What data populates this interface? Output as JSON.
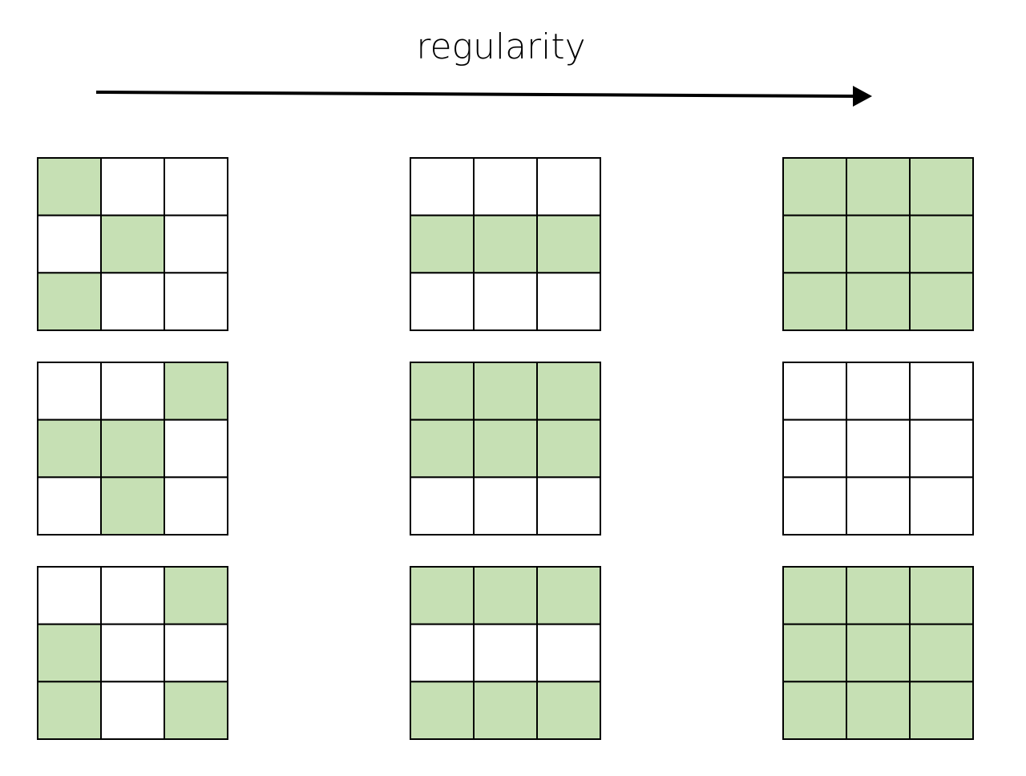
{
  "title": "regularity",
  "colors": {
    "filled": "#c6e0b4",
    "empty": "#ffffff",
    "stroke": "#000000"
  },
  "columns": [
    {
      "grids": [
        [
          [
            1,
            0,
            0
          ],
          [
            0,
            1,
            0
          ],
          [
            1,
            0,
            0
          ]
        ],
        [
          [
            0,
            0,
            1
          ],
          [
            1,
            1,
            0
          ],
          [
            0,
            1,
            0
          ]
        ],
        [
          [
            0,
            0,
            1
          ],
          [
            1,
            0,
            0
          ],
          [
            1,
            0,
            1
          ]
        ]
      ]
    },
    {
      "grids": [
        [
          [
            0,
            0,
            0
          ],
          [
            1,
            1,
            1
          ],
          [
            0,
            0,
            0
          ]
        ],
        [
          [
            1,
            1,
            1
          ],
          [
            1,
            1,
            1
          ],
          [
            0,
            0,
            0
          ]
        ],
        [
          [
            1,
            1,
            1
          ],
          [
            0,
            0,
            0
          ],
          [
            1,
            1,
            1
          ]
        ]
      ]
    },
    {
      "grids": [
        [
          [
            1,
            1,
            1
          ],
          [
            1,
            1,
            1
          ],
          [
            1,
            1,
            1
          ]
        ],
        [
          [
            0,
            0,
            0
          ],
          [
            0,
            0,
            0
          ],
          [
            0,
            0,
            0
          ]
        ],
        [
          [
            1,
            1,
            1
          ],
          [
            1,
            1,
            1
          ],
          [
            1,
            1,
            1
          ]
        ]
      ]
    }
  ]
}
